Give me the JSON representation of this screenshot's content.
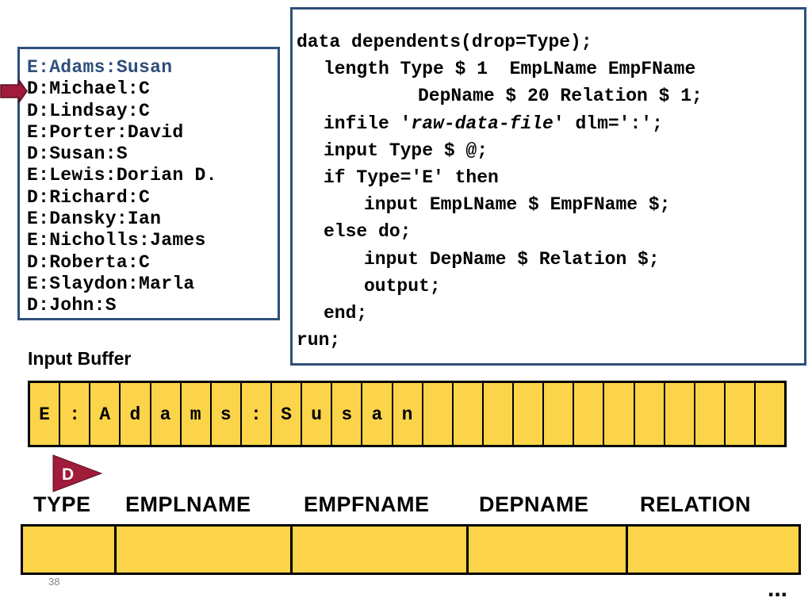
{
  "raw_data": {
    "lines": [
      "E:Adams:Susan",
      "D:Michael:C",
      "D:Lindsay:C",
      "E:Porter:David",
      "D:Susan:S",
      "E:Lewis:Dorian D.",
      "D:Richard:C",
      "E:Dansky:Ian",
      "E:Nicholls:James",
      "D:Roberta:C",
      "E:Slaydon:Marla",
      "D:John:S"
    ]
  },
  "code": {
    "l1": "data dependents(drop=Type);",
    "l2": "length Type $ 1  EmpLName EmpFName",
    "l3": "DepName $ 20 Relation $ 1;",
    "l4_pre": "infile '",
    "l4_em": "raw-data-file",
    "l4_post": "' dlm=':';",
    "l5": "input Type $ @;",
    "l6": "if Type='E' then",
    "l7": "input EmpLName $ EmpFName $;",
    "l8": "else do;",
    "l9": "input DepName $ Relation $;",
    "l10": "output;",
    "l11": "end;",
    "l12": "run;"
  },
  "buffer": {
    "label": "Input Buffer",
    "cells": [
      "E",
      ":",
      "A",
      "d",
      "a",
      "m",
      "s",
      ":",
      "S",
      "u",
      "s",
      "a",
      "n",
      "",
      "",
      "",
      "",
      "",
      "",
      "",
      "",
      "",
      "",
      "",
      ""
    ]
  },
  "pointer": {
    "label": "D"
  },
  "pdv": {
    "headers": [
      "TYPE",
      "EMPLNAME",
      "EMPFNAME",
      "DEPNAME",
      "RELATION"
    ]
  },
  "footer": {
    "slide_number": "38",
    "ellipsis": "..."
  },
  "colors": {
    "box_border": "#2e4f7a",
    "buffer_fill": "#fbd44a",
    "arrow_fill": "#a01c3a"
  }
}
